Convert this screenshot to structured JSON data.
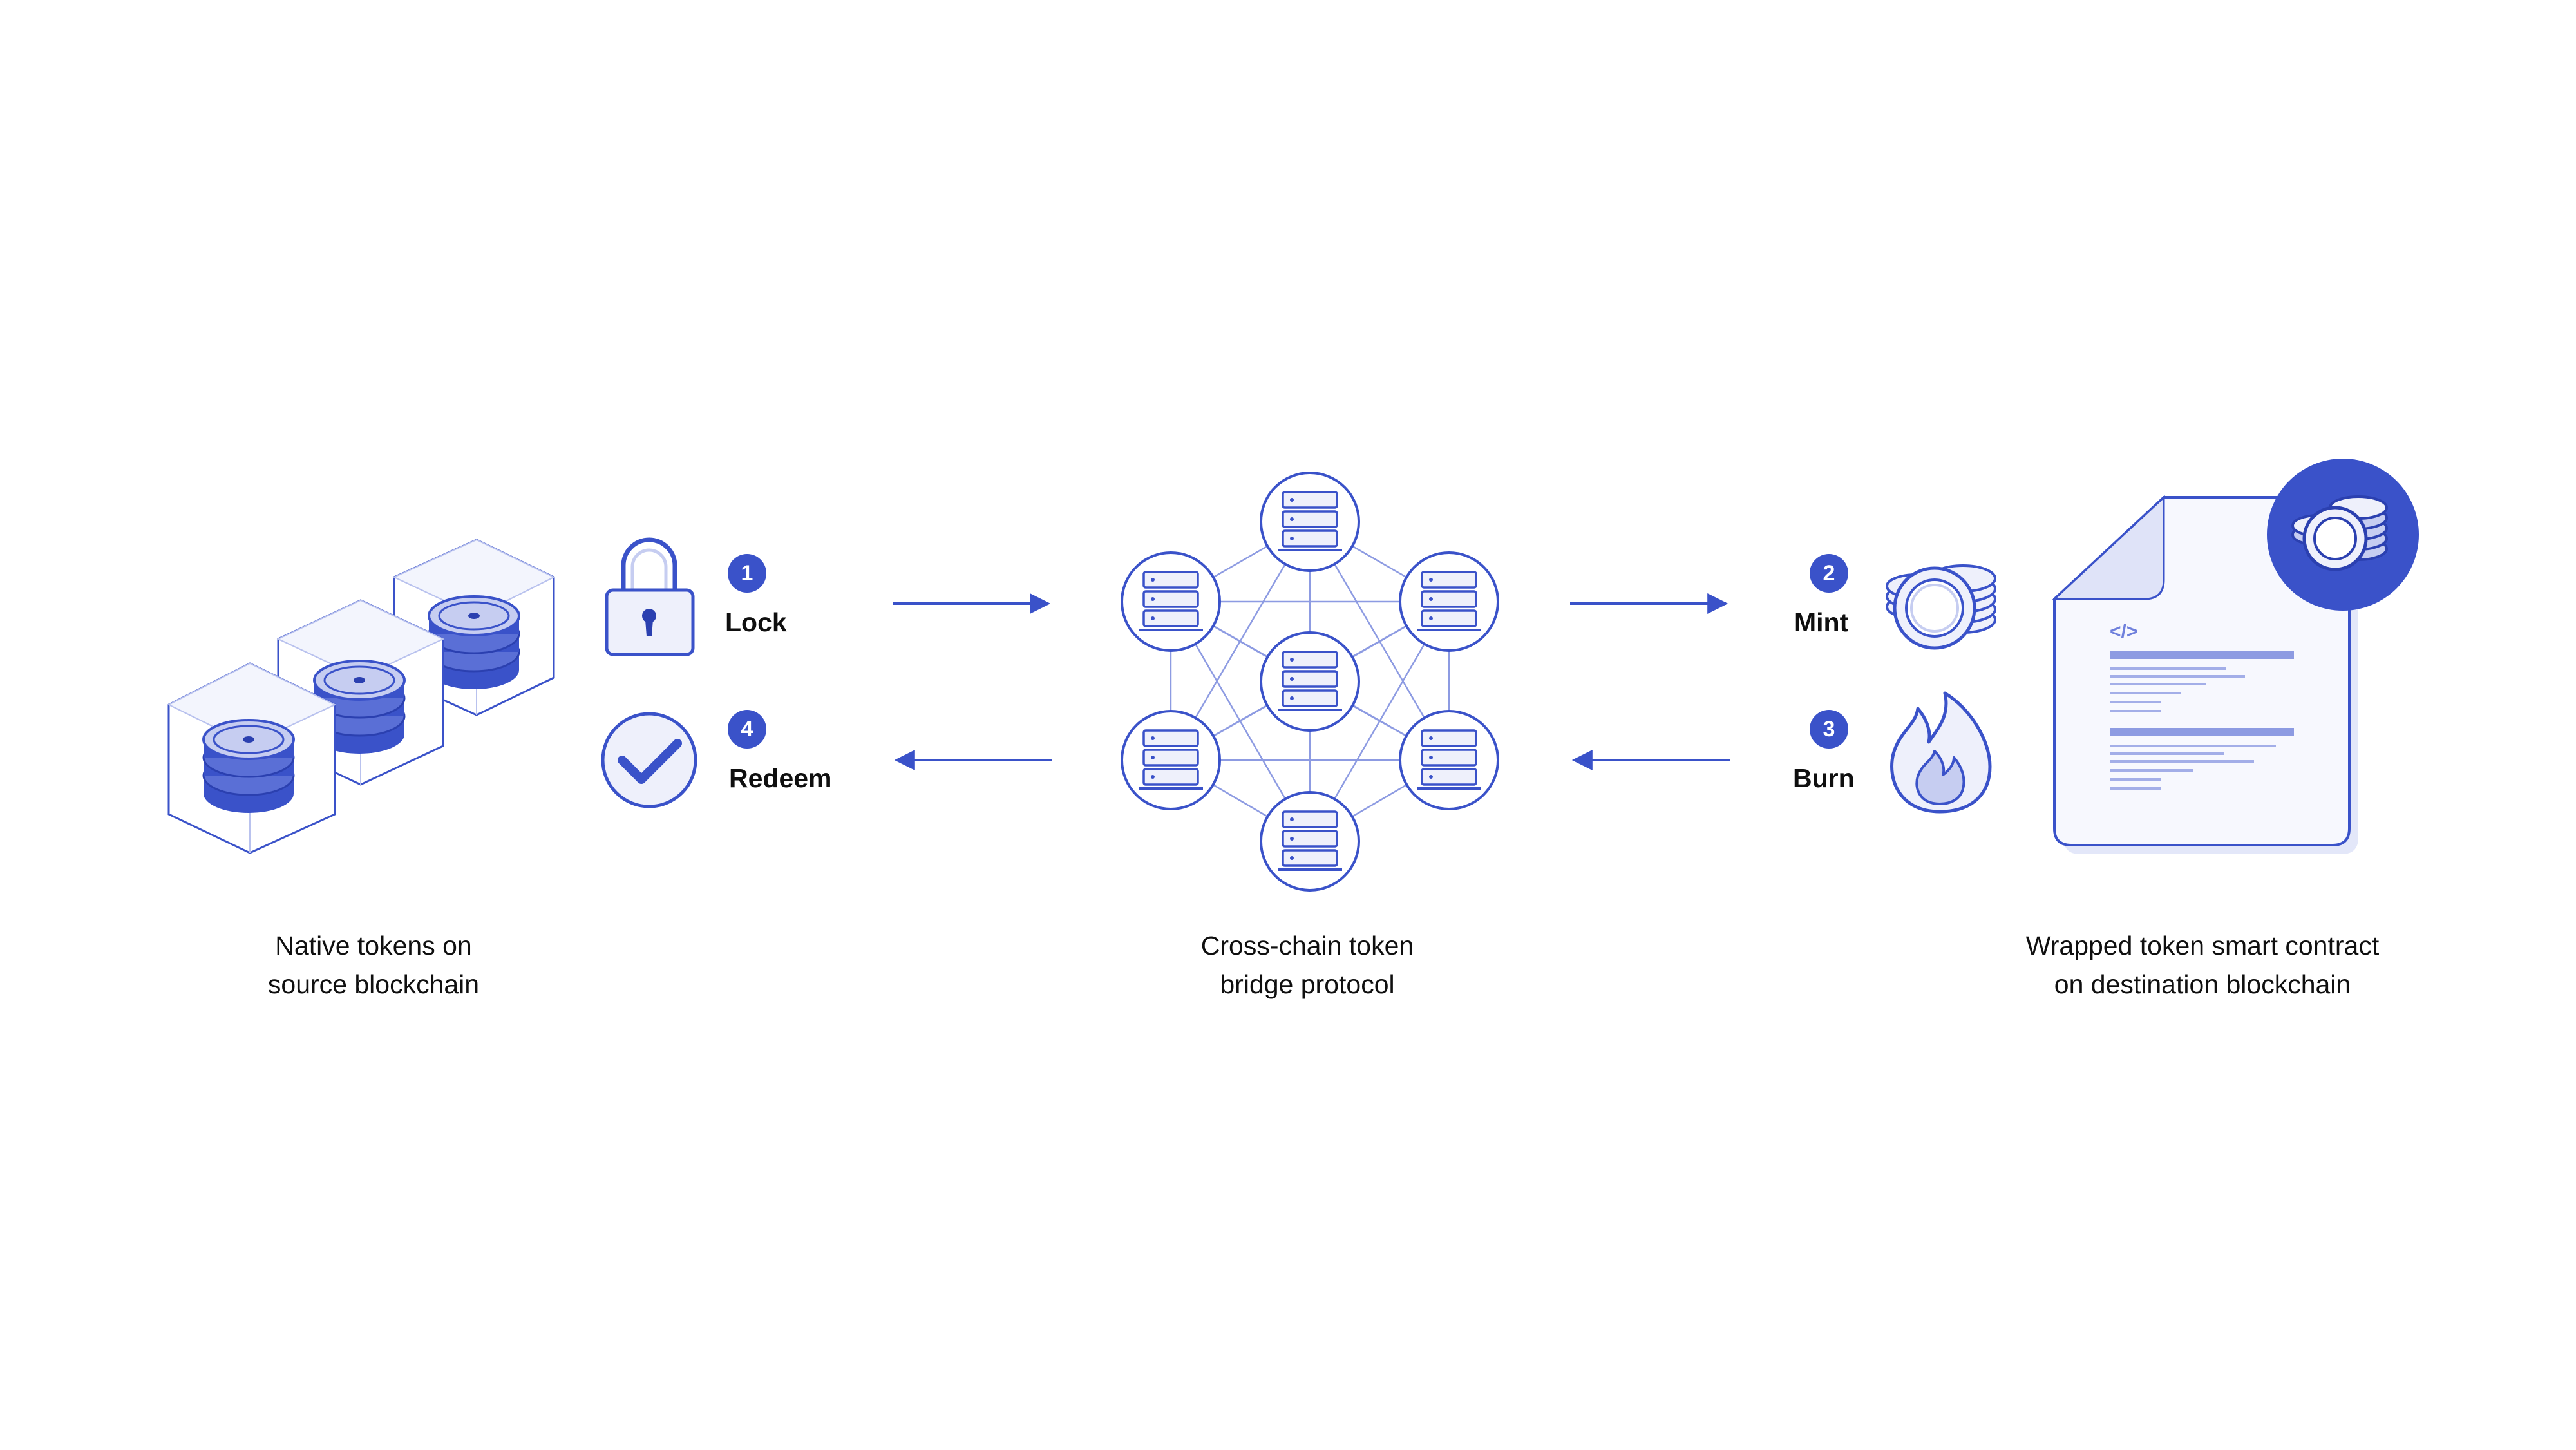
{
  "colors": {
    "accent": "#3a52c9",
    "stroke": "#4a60cf",
    "light_fill": "#eef0fb",
    "mid_fill": "#d9def6",
    "text": "#0f0f0f"
  },
  "steps": [
    {
      "number": "1",
      "label": "Lock",
      "icon": "padlock-icon",
      "direction": "right"
    },
    {
      "number": "2",
      "label": "Mint",
      "icon": "coin-stack-icon",
      "direction": "right"
    },
    {
      "number": "3",
      "label": "Burn",
      "icon": "flame-icon",
      "direction": "left"
    },
    {
      "number": "4",
      "label": "Redeem",
      "icon": "checkmark-circle-icon",
      "direction": "left"
    }
  ],
  "captions": {
    "source": [
      "Native tokens on",
      "source blockchain"
    ],
    "bridge": [
      "Cross-chain token",
      "bridge protocol"
    ],
    "destination": [
      "Wrapped token smart contract",
      "on destination blockchain"
    ]
  },
  "contract": {
    "code_tag": "</>"
  }
}
